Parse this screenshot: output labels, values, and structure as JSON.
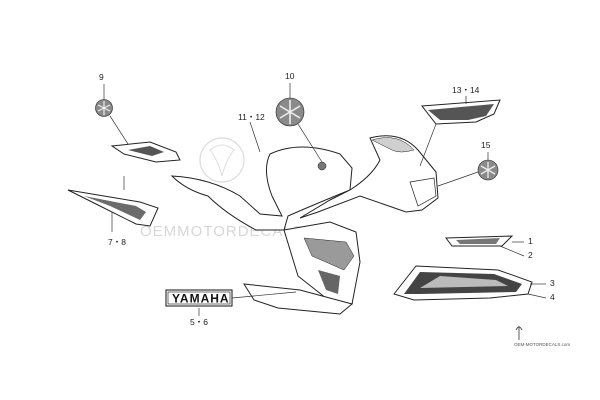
{
  "callouts": {
    "c9": "9",
    "c10": "10",
    "c11_12": "11・12",
    "c13_14": "13・14",
    "c15": "15",
    "c7_8": "7・8",
    "c1": "1",
    "c2": "2",
    "c3": "3",
    "c4": "4",
    "c5_6": "5・6"
  },
  "brand_label": "YAMAHA",
  "watermark": {
    "main": "OEMMOTORDECALS.com",
    "corner": "OEM-MOTORDECALS.com"
  }
}
